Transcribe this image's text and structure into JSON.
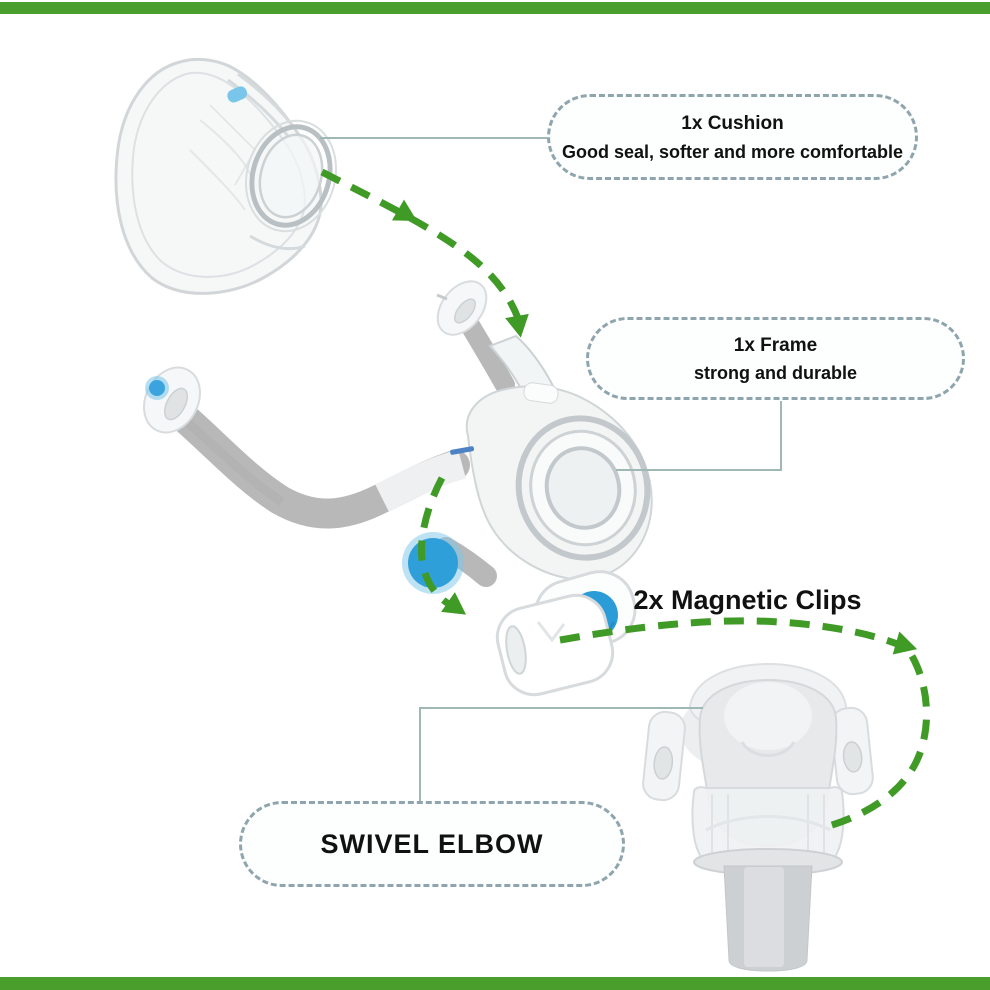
{
  "callouts": {
    "cushion": {
      "title": "1x Cushion",
      "subtitle": "Good seal, softer and more comfortable"
    },
    "frame": {
      "title": "1x Frame",
      "subtitle": "strong and durable"
    },
    "magnetic_clips": {
      "label": "2x Magnetic Clips"
    },
    "swivel_elbow": {
      "label": "SWIVEL ELBOW"
    }
  },
  "colors": {
    "background": "#ffffff",
    "accent_green": "#4a9e2c",
    "arrow_green": "#3f9a26",
    "callout_dash": "#8fa5ad",
    "connector": "#9fb8b4",
    "text": "#111111",
    "magnet_blue": "#2b9cd8",
    "clip_attach_blue": "#2f9fd9",
    "light_blue": "#79c6ea",
    "strap_blue": "#4d82c4"
  }
}
